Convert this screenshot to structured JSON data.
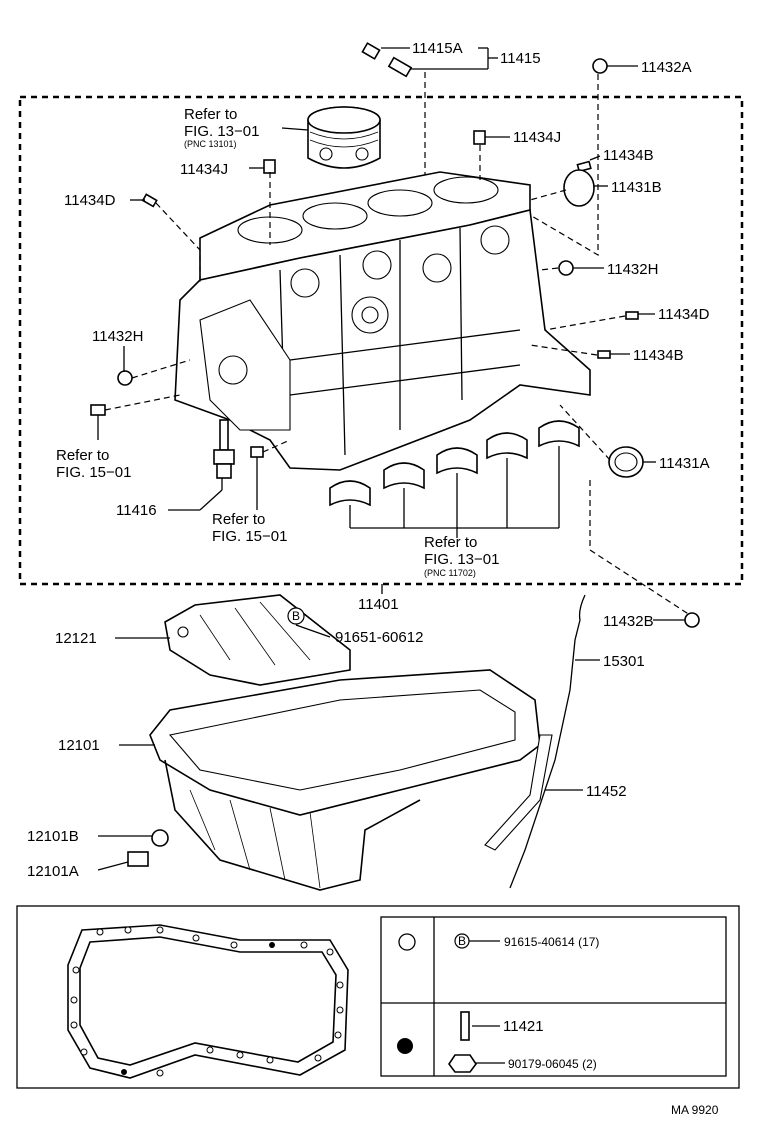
{
  "labels": {
    "p11415a": "11415A",
    "p11415": "11415",
    "p11432a": "11432A",
    "refer_piston": "Refer to",
    "fig_piston": "FIG. 13−01",
    "pnc_piston": "(PNC 13101)",
    "p11434j_top": "11434J",
    "p11434b_top": "11434B",
    "p11434j_left": "11434J",
    "p11431b": "11431B",
    "p11434d_left": "11434D",
    "p11432h_right": "11432H",
    "p11434d_right": "11434D",
    "p11432h_left": "11432H",
    "p11434b_right": "11434B",
    "refer_151_left": "Refer to",
    "fig_151_left": "FIG. 15−01",
    "p11431a": "11431A",
    "p11416": "11416",
    "refer_151_mid": "Refer to",
    "fig_151_mid": "FIG. 15−01",
    "refer_bearing": "Refer to",
    "fig_bearing": "FIG. 13−01",
    "pnc_bearing": "(PNC 11702)",
    "p11401": "11401",
    "p11432b": "11432B",
    "p12121": "12121",
    "p91651": "91651-60612",
    "circle_b": "B",
    "p15301": "15301",
    "p12101": "12101",
    "p11452": "11452",
    "p12101b": "12101B",
    "p12101a": "12101A"
  },
  "legend": {
    "row1_part": "91615-40614 (17)",
    "row1_marker": "B",
    "row2_part1": "11421",
    "row2_part2": "90179-06045 (2)"
  },
  "footer": {
    "code": "MA  9920"
  }
}
